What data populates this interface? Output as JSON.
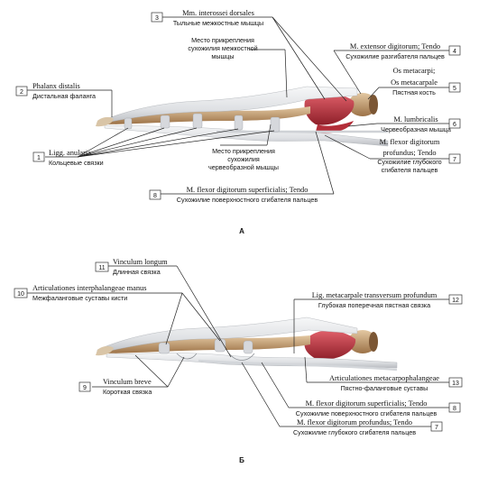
{
  "panels": {
    "top": {
      "letter": "А"
    },
    "bottom": {
      "letter": "Б"
    }
  },
  "labels": {
    "n1": {
      "num": "1",
      "latin": "Ligg. anularia",
      "russian": "Кольцевые связки"
    },
    "n2": {
      "num": "2",
      "latin": "Phalanx distalis",
      "russian": "Дистальная фаланга"
    },
    "n3": {
      "num": "3",
      "latin": "Mm. interossei dorsales",
      "russian": "Тыльные межкостные мышцы"
    },
    "n4": {
      "num": "4",
      "latin": "M. extensor digitorum; Tendo",
      "russian": "Сухожилие разгибателя пальцев"
    },
    "n5": {
      "num": "5",
      "latin1": "Os metacarpi;",
      "latin2": "Os metacarpale",
      "russian": "Пястная кость"
    },
    "n6": {
      "num": "6",
      "latin": "M. lumbricalis",
      "russian": "Червеобразная мышца"
    },
    "n7a": {
      "num": "7",
      "latin1": "M. flexor digitorum",
      "latin2": "profundus; Tendo",
      "russian1": "Сухожилие глубокого",
      "russian2": "сгибателя пальцев"
    },
    "n8a": {
      "num": "8",
      "latin": "M. flexor digitorum superficialis; Tendo",
      "russian": "Сухожилие поверхностного сгибателя пальцев"
    },
    "interosseiInsert": {
      "line1": "Место прикрепления",
      "line2": "сухожилия межкостной",
      "line3": "мышцы"
    },
    "lumbricalInsert": {
      "line1": "Место прикрепления",
      "line2": "сухожилия",
      "line3": "червеобразной мышцы"
    },
    "n11": {
      "num": "11",
      "latin": "Vinculum longum",
      "russian": "Длинная связка"
    },
    "n10": {
      "num": "10",
      "latin": "Articulationes interphalangeae manus",
      "russian": "Межфаланговые суставы кисти"
    },
    "n12": {
      "num": "12",
      "latin": "Lig. metacarpale transversum profundum",
      "russian": "Глубокая поперечная пястная связка"
    },
    "n9": {
      "num": "9",
      "latin": "Vinculum breve",
      "russian": "Короткая связка"
    },
    "n13": {
      "num": "13",
      "latin": "Articulationes metacarpophalangeae",
      "russian": "Пястно-фаланговые суставы"
    },
    "n8b": {
      "num": "8",
      "latin": "M. flexor digitorum superficialis; Tendo",
      "russian": "Сухожилие поверхностного сгибателя пальцев"
    },
    "n7b": {
      "num": "7",
      "latin": "M. flexor digitorum profundus; Tendo",
      "russian": "Сухожилие глубокого сгибателя пальцев"
    }
  },
  "colors": {
    "tendon": "#e9eaec",
    "bone": "#c9a57a",
    "muscle": "#c8343f"
  }
}
